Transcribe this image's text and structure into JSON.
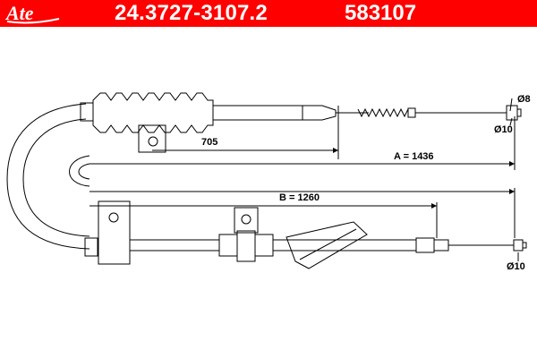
{
  "header": {
    "brand": "Ate",
    "part_number": "24.3727-3107.2",
    "ref_number": "583107",
    "accent_color": "#ff0000"
  },
  "dimensions": {
    "length_705": "705",
    "length_a": "A = 1436",
    "length_b": "B = 1260",
    "diameter_8": "Ø8",
    "diameter_10_top": "Ø10",
    "diameter_10_bottom": "Ø10"
  }
}
